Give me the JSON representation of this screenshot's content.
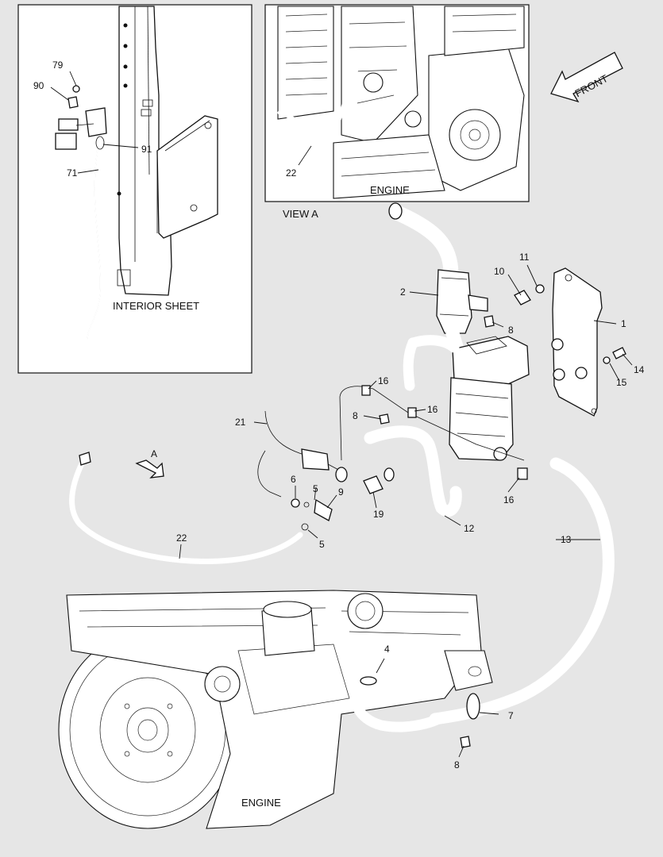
{
  "captions": {
    "interior_sheet": "INTERIOR SHEET",
    "engine_view": "ENGINE",
    "view_a": "VIEW A",
    "front": "FRONT",
    "engine_main": "ENGINE",
    "direction_a": "A"
  },
  "callouts": {
    "c79": "79",
    "c90": "90",
    "c91": "91",
    "c71": "71",
    "c22a": "22",
    "c11": "11",
    "c10": "10",
    "c2": "2",
    "c1": "1",
    "c8a": "8",
    "c14": "14",
    "c15": "15",
    "c16a": "16",
    "c21": "21",
    "c8b": "8",
    "c16b": "16",
    "c16c": "16",
    "c6": "6",
    "c5a": "5",
    "c9": "9",
    "c5b": "5",
    "c19": "19",
    "c12": "12",
    "c22b": "22",
    "c13": "13",
    "c4": "4",
    "c7": "7",
    "c8c": "8"
  }
}
